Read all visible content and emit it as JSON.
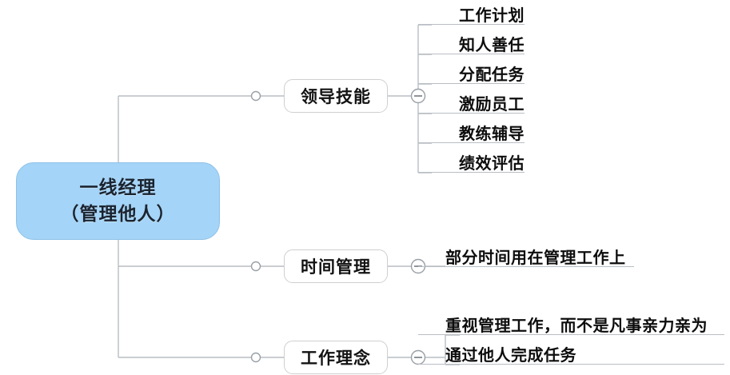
{
  "diagram": {
    "type": "mind-map",
    "root": {
      "line1": "一线经理",
      "line2": "（管理他人）",
      "fill_color": "#a4d4f7",
      "border_color": "#8fc2e8"
    },
    "branches": [
      {
        "label": "领导技能",
        "collapse_icon": "minus-circle-icon",
        "connector_icon": "hollow-circle-icon",
        "leaves": [
          {
            "text": "工作计划"
          },
          {
            "text": "知人善任"
          },
          {
            "text": "分配任务"
          },
          {
            "text": "激励员工"
          },
          {
            "text": "教练辅导"
          },
          {
            "text": "绩效评估"
          }
        ]
      },
      {
        "label": "时间管理",
        "collapse_icon": "minus-circle-icon",
        "connector_icon": "hollow-circle-icon",
        "leaves": [
          {
            "text": "部分时间用在管理工作上"
          }
        ]
      },
      {
        "label": "工作理念",
        "collapse_icon": "minus-circle-icon",
        "connector_icon": "hollow-circle-icon",
        "leaves": [
          {
            "text": "重视管理工作，而不是凡事亲力亲为"
          },
          {
            "text": "通过他人完成任务"
          }
        ]
      }
    ],
    "line_color": "#b9bec4"
  }
}
